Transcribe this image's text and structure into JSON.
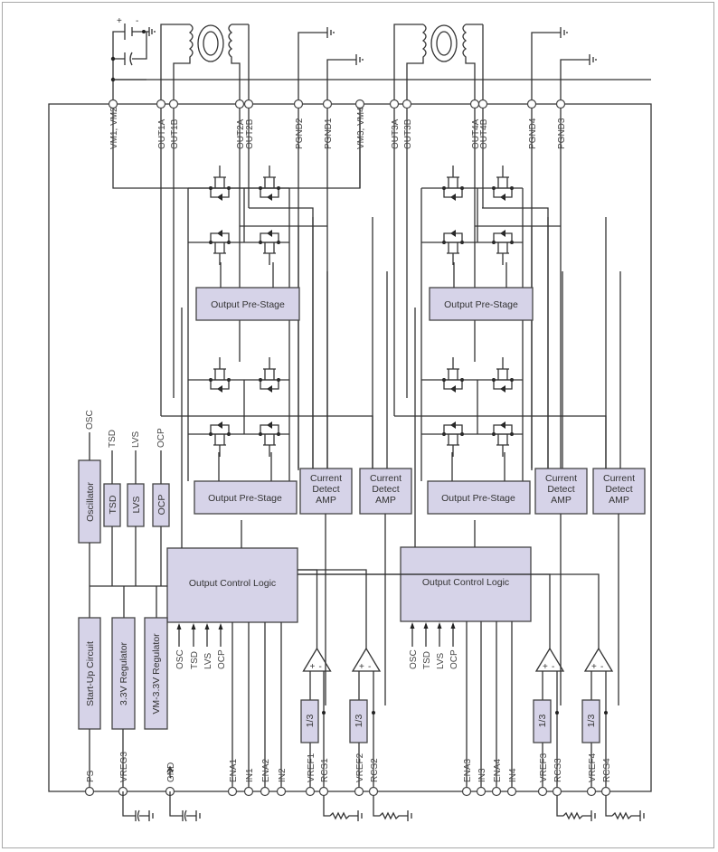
{
  "diagram": {
    "title": "Stepping motor driver block diagram",
    "colors": {
      "block_fill": "#d6d3e8",
      "line": "#333333",
      "frame": "#a8a8a8"
    },
    "top_pins": [
      "VM1, VM2",
      "OUT1A",
      "OUT1B",
      "OUT2A",
      "OUT2B",
      "PGND2",
      "PGND1",
      "VM3, VM4",
      "OUT3A",
      "OUT3B",
      "OUT4A",
      "OUT4B",
      "PGND4",
      "PGND3"
    ],
    "bottom_pins": [
      "PS",
      "VREG3",
      "GND",
      "ENA1",
      "IN1",
      "ENA2",
      "IN2",
      "VREF1",
      "RCS1",
      "VREF2",
      "RCS2",
      "ENA3",
      "IN3",
      "ENA4",
      "IN4",
      "VREF3",
      "RCS3",
      "VREF4",
      "RCS4"
    ],
    "battery_symbols": {
      "plus": "+",
      "minus": "-"
    },
    "blocks": {
      "oscillator": "Oscillator",
      "tsd": "TSD",
      "lvs": "LVS",
      "ocp": "OCP",
      "startup": "Start-Up Circuit",
      "reg33": "3.3V Regulator",
      "regvm": "VM-3.3V Regulator",
      "prestage": "Output Pre-Stage",
      "control_logic": "Output Control Logic",
      "cda_line1": "Current",
      "cda_line2": "Detect",
      "cda_line3": "AMP",
      "divider": "1/3",
      "comp_plus": "+",
      "comp_minus": "-"
    },
    "signal_outputs": [
      "OSC",
      "TSD",
      "LVS",
      "OCP"
    ],
    "logic_inputs": [
      "OSC",
      "TSD",
      "LVS",
      "OCP"
    ]
  }
}
